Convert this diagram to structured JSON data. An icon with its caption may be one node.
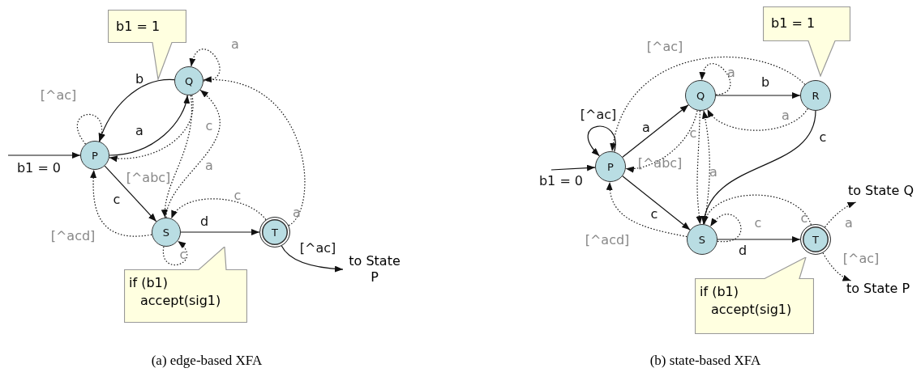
{
  "diagram": {
    "nodes": [
      {
        "text": [
          "P"
        ]
      },
      {
        "text": [
          "Q"
        ]
      },
      {
        "text": [
          "S"
        ]
      },
      {
        "text": [
          "T"
        ]
      },
      {
        "text": [
          "b1 = 1"
        ]
      },
      {
        "text": [
          "if (b1) accept(sig1)"
        ]
      },
      {
        "text": [
          "to State P"
        ]
      },
      {
        "text": [
          "P"
        ]
      },
      {
        "text": [
          "Q"
        ]
      },
      {
        "text": [
          "R"
        ]
      },
      {
        "text": [
          "S"
        ]
      },
      {
        "text": [
          "T"
        ]
      },
      {
        "text": [
          "b1 = 1"
        ]
      },
      {
        "text": [
          "if (b1) accept(sig1)"
        ]
      },
      {
        "text": [
          "to State Q"
        ]
      },
      {
        "text": [
          "to State P"
        ]
      }
    ],
    "edges": [
      {
        "from": null,
        "to": 0,
        "arrow": "to",
        "label": "b1 = 0"
      },
      {
        "from": 0,
        "to": 0,
        "arrow": "to",
        "label": "[^ac]",
        "style": "dashed"
      },
      {
        "from": 1,
        "to": 0,
        "arrow": "to",
        "label": "b"
      },
      {
        "from": 0,
        "to": 1,
        "arrow": "to",
        "label": "a"
      },
      {
        "from": 1,
        "to": 0,
        "arrow": "to",
        "label": "[^abc]",
        "style": "dashed"
      },
      {
        "from": 1,
        "to": 1,
        "arrow": "to",
        "label": "a",
        "style": "dashed"
      },
      {
        "from": 1,
        "to": 2,
        "arrow": "to",
        "label": "c",
        "style": "dashed"
      },
      {
        "from": 2,
        "to": 1,
        "arrow": "to",
        "label": "a",
        "style": "dashed"
      },
      {
        "from": 0,
        "to": 2,
        "arrow": "to",
        "label": "c"
      },
      {
        "from": 2,
        "to": 0,
        "arrow": "to",
        "label": "[^acd]",
        "style": "dashed"
      },
      {
        "from": 2,
        "to": 2,
        "arrow": "to",
        "label": "c",
        "style": "dashed"
      },
      {
        "from": 2,
        "to": 3,
        "arrow": "to",
        "label": "d"
      },
      {
        "from": 3,
        "to": 2,
        "arrow": "to",
        "label": "c",
        "style": "dashed"
      },
      {
        "from": 3,
        "to": 1,
        "arrow": "to",
        "label": "a",
        "style": "dashed"
      },
      {
        "from": 3,
        "to": 6,
        "arrow": "to",
        "label": "[^ac]"
      },
      {
        "from": null,
        "to": 7,
        "arrow": "to",
        "label": "b1 = 0"
      },
      {
        "from": 7,
        "to": 7,
        "arrow": "to",
        "label": "[^ac]"
      },
      {
        "from": 7,
        "to": 8,
        "arrow": "to",
        "label": "a"
      },
      {
        "from": 8,
        "to": 7,
        "arrow": "to",
        "label": "[^abc]",
        "style": "dashed"
      },
      {
        "from": 8,
        "to": 8,
        "arrow": "to",
        "label": "a",
        "style": "dashed"
      },
      {
        "from": 8,
        "to": 9,
        "arrow": "to",
        "label": "b"
      },
      {
        "from": 9,
        "to": 8,
        "arrow": "to",
        "label": "a",
        "style": "dashed"
      },
      {
        "from": 9,
        "to": 7,
        "arrow": "to",
        "label": "[^ac]",
        "style": "dashed"
      },
      {
        "from": 9,
        "to": 10,
        "arrow": "to",
        "label": "c"
      },
      {
        "from": 8,
        "to": 10,
        "arrow": "to",
        "label": "c",
        "style": "dashed"
      },
      {
        "from": 10,
        "to": 8,
        "arrow": "to",
        "label": "a",
        "style": "dashed"
      },
      {
        "from": 7,
        "to": 10,
        "arrow": "to",
        "label": "c"
      },
      {
        "from": 10,
        "to": 7,
        "arrow": "to",
        "label": "[^acd]",
        "style": "dashed"
      },
      {
        "from": 10,
        "to": 10,
        "arrow": "to",
        "label": "c",
        "style": "dashed"
      },
      {
        "from": 10,
        "to": 11,
        "arrow": "to",
        "label": "d"
      },
      {
        "from": 11,
        "to": 10,
        "arrow": "to",
        "label": "c",
        "style": "dashed"
      },
      {
        "from": 11,
        "to": 14,
        "arrow": "to",
        "label": "a",
        "style": "dashed"
      },
      {
        "from": 11,
        "to": 15,
        "arrow": "to",
        "label": "[^ac]",
        "style": "dashed"
      }
    ],
    "labels": [
      "(a) edge-based XFA",
      "(b) state-based XFA"
    ]
  }
}
